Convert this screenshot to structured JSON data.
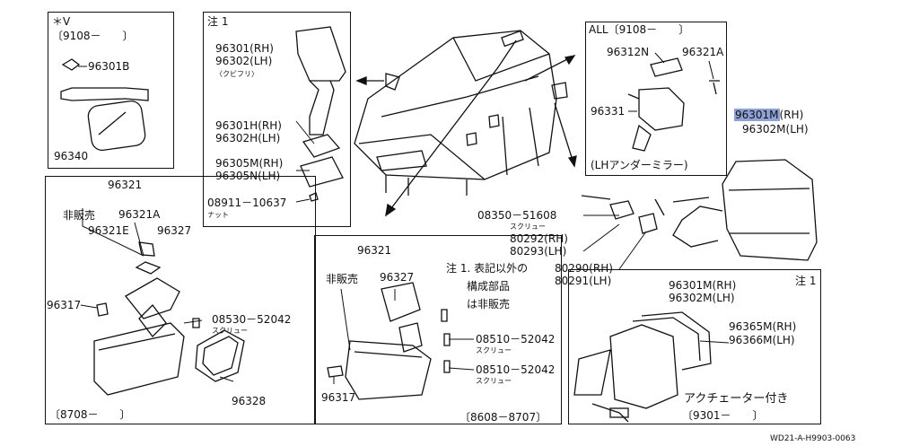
{
  "p1": {
    "note": "＊V",
    "period": "〔9108－　　〕",
    "l1": "96301B",
    "l2": "96340"
  },
  "p2": {
    "note": "注 1",
    "l1": "96301(RH)",
    "l2": "96302(LH)",
    "l3": "〈クビフリ〉",
    "l4": "96301H(RH)",
    "l5": "96302H(LH)",
    "l6": "96305M(RH)",
    "l7": "96305N(LH)",
    "l8": "08911－10637",
    "l9": "ナット"
  },
  "p3": {
    "head": "ALL〔9108－　　〕",
    "l1": "96312N",
    "l2": "96321A",
    "l3": "96331",
    "l4": "(LHアンダーミラー)"
  },
  "main": {
    "l1": "96301M",
    "l1b": "(RH)",
    "l2": "96302M(LH)",
    "l3": "08350－51608",
    "l4": "スクリュー",
    "l5": "80292(RH)",
    "l6": "80293(LH)",
    "l7": "80290(RH)",
    "l8": "80291(LH)",
    "n1": "注 1. 表記以外の",
    "n2": "構成部品",
    "n3": "は非販売"
  },
  "p4": {
    "l0": "96321",
    "l1": "非販売",
    "l2": "96321A",
    "l3": "96321E",
    "l4": "96327",
    "l5": "96317",
    "l6": "08530－52042",
    "l7": "スクリュー",
    "l8": "96328",
    "period": "〔8708－　　〕"
  },
  "p5": {
    "l0": "96321",
    "l1": "非販売",
    "l2": "96327",
    "l3": "08510－52042",
    "l4": "スクリュー",
    "l5": "08510－52042",
    "l6": "スクリュー",
    "l7": "96317",
    "period": "〔8608－8707〕"
  },
  "p6": {
    "note": "注 1",
    "l1": "96301M(RH)",
    "l2": "96302M(LH)",
    "l3": "96365M(RH)",
    "l4": "96366M(LH)",
    "l5": "アクチェーター付き",
    "period": "〔9301－　　〕"
  },
  "footer": {
    "code": "WD21-A-H9903-0063"
  }
}
